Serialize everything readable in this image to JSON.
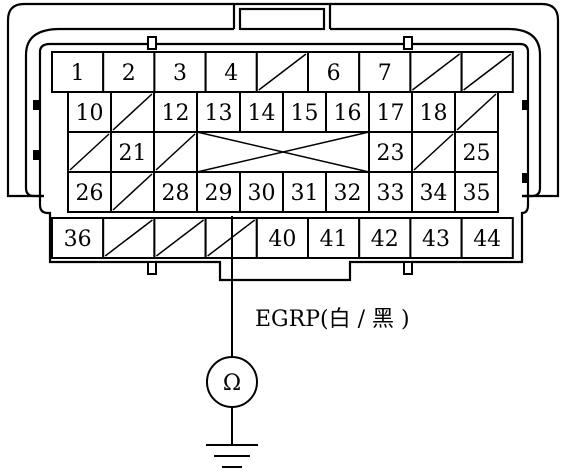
{
  "connector": {
    "rows": [
      [
        {
          "label": "1",
          "blank": false
        },
        {
          "label": "2",
          "blank": false
        },
        {
          "label": "3",
          "blank": false
        },
        {
          "label": "4",
          "blank": false
        },
        {
          "label": "",
          "blank": true
        },
        {
          "label": "6",
          "blank": false
        },
        {
          "label": "7",
          "blank": false
        },
        {
          "label": "",
          "blank": true
        },
        {
          "label": "",
          "blank": true
        }
      ],
      [
        {
          "label": "10",
          "blank": false
        },
        {
          "label": "",
          "blank": true
        },
        {
          "label": "12",
          "blank": false
        },
        {
          "label": "13",
          "blank": false
        },
        {
          "label": "14",
          "blank": false
        },
        {
          "label": "15",
          "blank": false
        },
        {
          "label": "16",
          "blank": false
        },
        {
          "label": "17",
          "blank": false
        },
        {
          "label": "18",
          "blank": false
        },
        {
          "label": "",
          "blank": true
        }
      ],
      [
        {
          "label": "",
          "blank": true
        },
        {
          "label": "21",
          "blank": false
        },
        {
          "label": "",
          "blank": true
        },
        {
          "label": "",
          "blank": true,
          "span": 4
        },
        {
          "label": "23",
          "blank": false
        },
        {
          "label": "",
          "blank": true
        },
        {
          "label": "25",
          "blank": false
        }
      ],
      [
        {
          "label": "26",
          "blank": false
        },
        {
          "label": "",
          "blank": true
        },
        {
          "label": "28",
          "blank": false
        },
        {
          "label": "29",
          "blank": false
        },
        {
          "label": "30",
          "blank": false
        },
        {
          "label": "31",
          "blank": false
        },
        {
          "label": "32",
          "blank": false
        },
        {
          "label": "33",
          "blank": false
        },
        {
          "label": "34",
          "blank": false
        },
        {
          "label": "35",
          "blank": false
        }
      ],
      [
        {
          "label": "36",
          "blank": false
        },
        {
          "label": "",
          "blank": true
        },
        {
          "label": "",
          "blank": true
        },
        {
          "label": "",
          "blank": true
        },
        {
          "label": "40",
          "blank": false
        },
        {
          "label": "41",
          "blank": false
        },
        {
          "label": "42",
          "blank": false
        },
        {
          "label": "43",
          "blank": false
        },
        {
          "label": "44",
          "blank": false
        }
      ]
    ]
  },
  "wire": {
    "label": "EGRP(白 / 黑 )",
    "pin": "29"
  },
  "meter": {
    "symbol": "Ω"
  },
  "ground": {
    "icon": "ground-symbol-icon"
  }
}
